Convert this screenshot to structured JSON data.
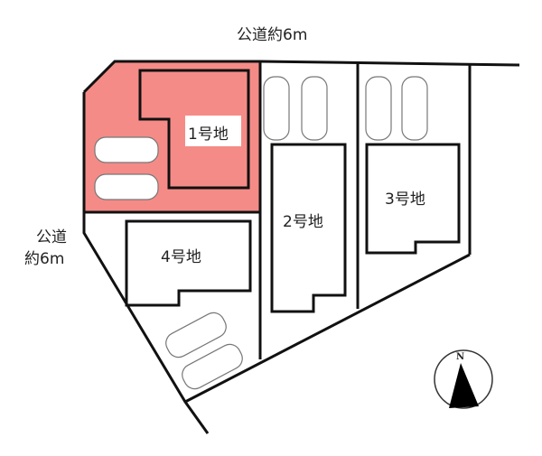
{
  "roads": {
    "top": "公道約6m",
    "left_line1": "公道",
    "left_line2": "約6m"
  },
  "lots": [
    {
      "label": "1号地",
      "highlighted": true
    },
    {
      "label": "2号地",
      "highlighted": false
    },
    {
      "label": "3号地",
      "highlighted": false
    },
    {
      "label": "4号地",
      "highlighted": false
    }
  ],
  "compass": {
    "label": "N"
  },
  "colors": {
    "highlight": "#f58b87",
    "line": "#111111"
  }
}
